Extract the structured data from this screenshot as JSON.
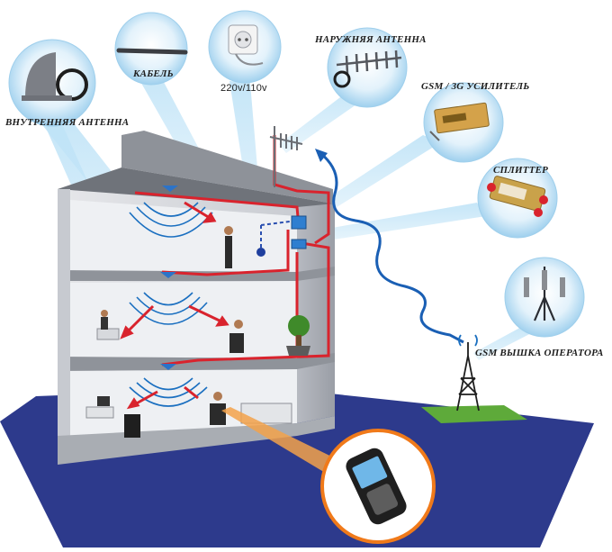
{
  "labels": {
    "indoor_antenna": "ВНУТРЕННЯЯ АНТЕННА",
    "cable": "КАБЕЛЬ",
    "power": "220v/110v",
    "outdoor_antenna": "НАРУЖНЯЯ АНТЕННА",
    "amplifier": "GSM / 3G УСИЛИТЕЛЬ",
    "splitter": "СПЛИТТЕР",
    "tower": "GSM ВЫШКА ОПЕРАТОРА"
  },
  "colors": {
    "bubble": "#a9d6f2",
    "ground": "#2d3a8c",
    "cable": "#d9232d",
    "signal": "#1a6fc0",
    "phone_ring": "#f07a1a",
    "wall": "#dcdee3"
  },
  "icons": [
    "dome-antenna-icon",
    "cable-icon",
    "power-socket-icon",
    "yagi-antenna-icon",
    "amplifier-icon",
    "splitter-icon",
    "gsm-tower-icon",
    "mobile-phone-icon"
  ]
}
